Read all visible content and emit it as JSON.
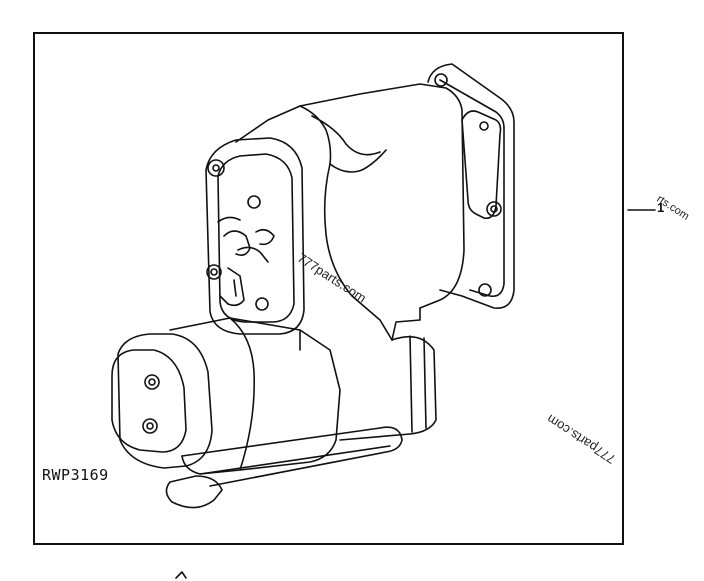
{
  "figure": {
    "reference_code": "RWP3169",
    "callout_number": "1",
    "watermark_center": "777parts.com",
    "watermark_edge": "rts.com",
    "watermark_bottom": "777parts.com"
  },
  "colors": {
    "line": "#111111",
    "background": "#ffffff"
  }
}
